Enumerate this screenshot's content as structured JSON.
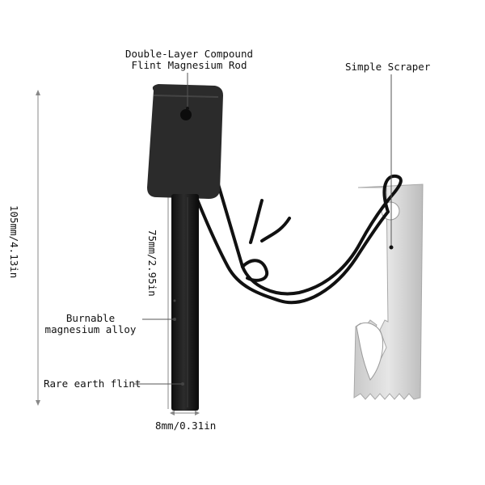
{
  "labels": {
    "rod_title_line1": "Double-Layer Compound",
    "rod_title_line2": "Flint Magnesium Rod",
    "scraper": "Simple Scraper",
    "overall_length": "105mm/4.13in",
    "rod_length": "75mm/2.95in",
    "magnesium_line1": "Burnable",
    "magnesium_line2": "magnesium alloy",
    "flint": "Rare earth flint",
    "diameter": "8mm/0.31in"
  },
  "colors": {
    "background": "#ffffff",
    "rod": "#1a1a1a",
    "handle": "#2b2b2b",
    "cord": "#111111",
    "scraper": "#d4d4d4",
    "dimension_line": "#888888"
  }
}
